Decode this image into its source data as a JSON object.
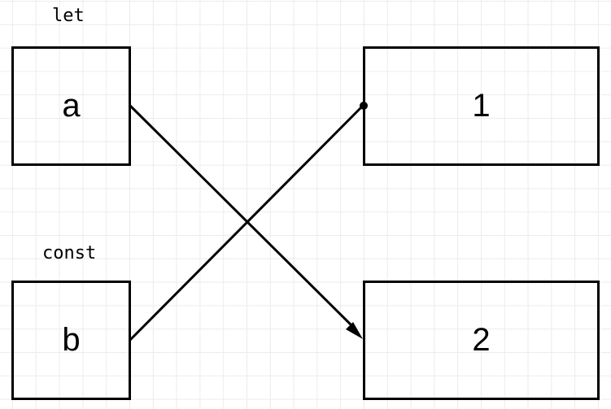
{
  "labels": {
    "let": "let",
    "const": "const"
  },
  "boxes": {
    "a": "a",
    "b": "b",
    "one": "1",
    "two": "2"
  },
  "connections": [
    {
      "from": "a",
      "to": "2",
      "end": "arrow"
    },
    {
      "from": "b",
      "to": "1",
      "end": "dot"
    }
  ],
  "colors": {
    "stroke": "#000000",
    "grid": "#ececec",
    "background": "#ffffff"
  }
}
